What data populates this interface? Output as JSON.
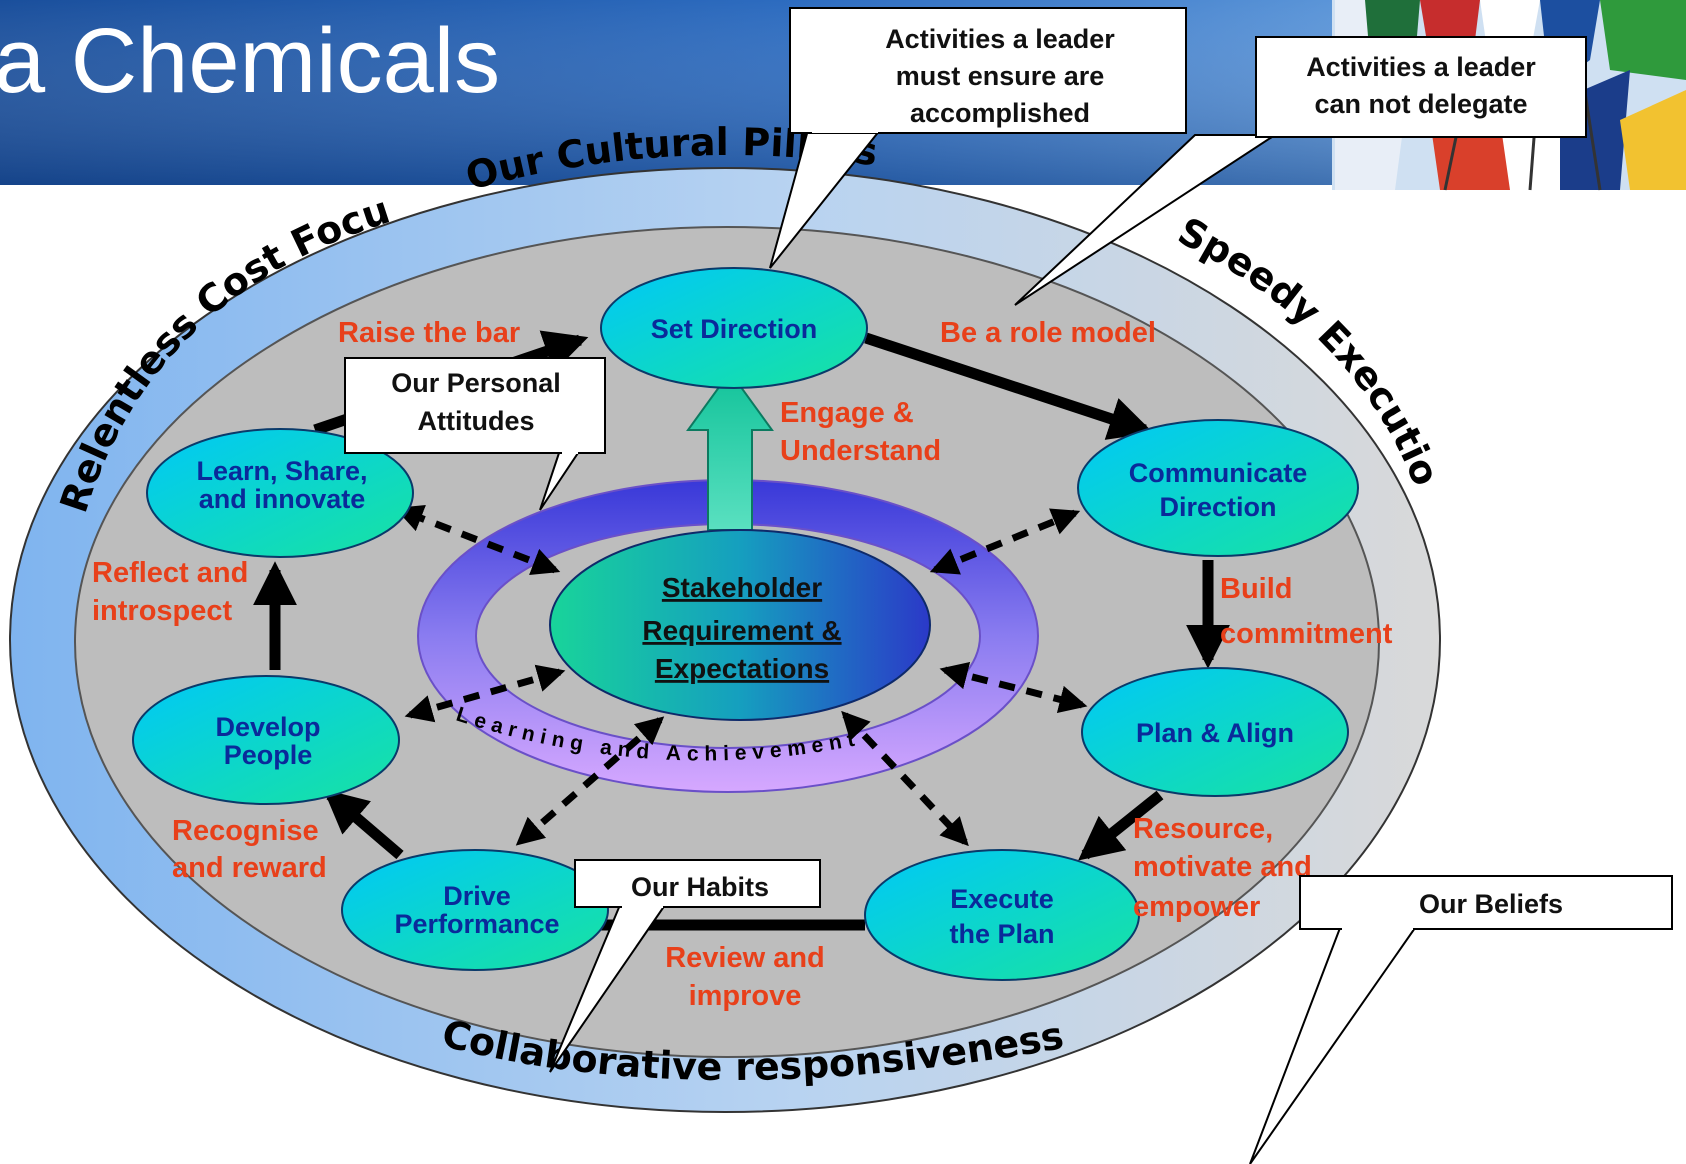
{
  "header": {
    "title": "a Chemicals",
    "accent": "#1d5aa8"
  },
  "pillars": {
    "top": "Our Cultural Pillars",
    "left": "Relentless Cost Focus",
    "right": "Speedy Execution",
    "bottom": "Collaborative responsiveness"
  },
  "center": {
    "line1": "Stakeholder",
    "line2": "Requirement &",
    "line3": "Expectations"
  },
  "ring_label": "Learning and Achievement",
  "nodes": {
    "set_direction": "Set Direction",
    "communicate_1": "Communicate",
    "communicate_2": "Direction",
    "plan_align": "Plan & Align",
    "execute_1": "Execute",
    "execute_2": "the Plan",
    "drive_1": "Drive",
    "drive_2": "Performance",
    "develop_1": "Develop",
    "develop_2": "People",
    "learn_1": "Learn, Share,",
    "learn_2": "and innovate"
  },
  "labels": {
    "raise_bar": "Raise the bar",
    "role_model": "Be a role model",
    "engage_1": "Engage &",
    "engage_2": "Understand",
    "build_1": "Build",
    "build_2": "commitment",
    "resource_1": "Resource,",
    "resource_2": "motivate and",
    "resource_3": "empower",
    "review_1": "Review and",
    "review_2": "improve",
    "recognise_1": "Recognise",
    "recognise_2": "and reward",
    "reflect_1": "Reflect and",
    "reflect_2": "introspect"
  },
  "callouts": {
    "ensure_1": "Activities a leader",
    "ensure_2": "must ensure are",
    "ensure_3": "accomplished",
    "delegate_1": "Activities a leader",
    "delegate_2": "can not delegate",
    "attitudes_1": "Our Personal",
    "attitudes_2": "Attitudes",
    "habits": "Our Habits",
    "beliefs": "Our Beliefs"
  }
}
